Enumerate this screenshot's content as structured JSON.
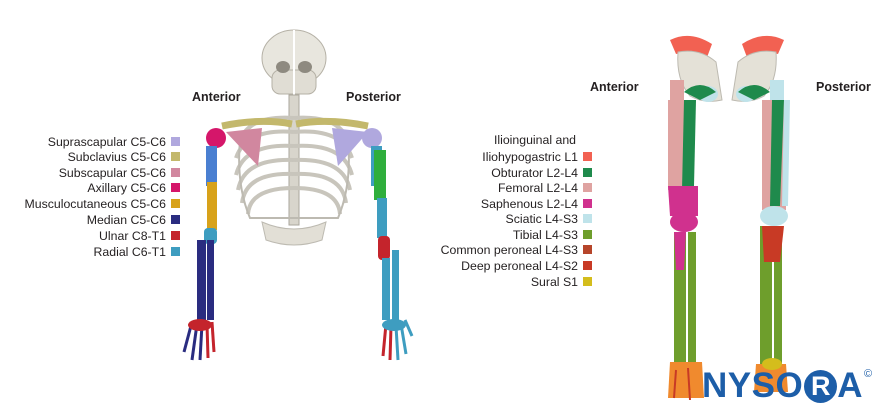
{
  "upper_figure": {
    "label_anterior": "Anterior",
    "label_posterior": "Posterior",
    "legend": [
      {
        "label": "Suprascapular C5-C6",
        "color": "#b0a8de"
      },
      {
        "label": "Subclavius C5-C6",
        "color": "#c3b86c"
      },
      {
        "label": "Subscapular C5-C6",
        "color": "#d1879f"
      },
      {
        "label": "Axillary C5-C6",
        "color": "#d5166a"
      },
      {
        "label": "Musculocutaneous C5-C6",
        "color": "#d8a21a"
      },
      {
        "label": "Median C5-C6",
        "color": "#2a2c80"
      },
      {
        "label": "Ulnar C8-T1",
        "color": "#c4242c"
      },
      {
        "label": "Radial C6-T1",
        "color": "#3e9dc0"
      }
    ]
  },
  "lower_figure": {
    "label_anterior": "Anterior",
    "label_posterior": "Posterior",
    "legend_head": "Ilioinguinal and",
    "legend": [
      {
        "label": "Iliohypogastric L1",
        "color": "#f26152"
      },
      {
        "label": "Obturator L2-L4",
        "color": "#1f8a4c"
      },
      {
        "label": "Femoral L2-L4",
        "color": "#dfa3a1"
      },
      {
        "label": "Saphenous L2-L4",
        "color": "#d0318e"
      },
      {
        "label": "Sciatic L4-S3",
        "color": "#bfe3ea"
      },
      {
        "label": "Tibial L4-S3",
        "color": "#6e9e2c"
      },
      {
        "label": "Common peroneal L4-S3",
        "color": "#b6452a"
      },
      {
        "label": "Deep peroneal L4-S2",
        "color": "#c83a25"
      },
      {
        "label": "Sural S1",
        "color": "#d4bd1c"
      }
    ]
  },
  "logo": {
    "text": "NYSO",
    "circle_letter": "R",
    "tail": "A",
    "reg": "©"
  }
}
